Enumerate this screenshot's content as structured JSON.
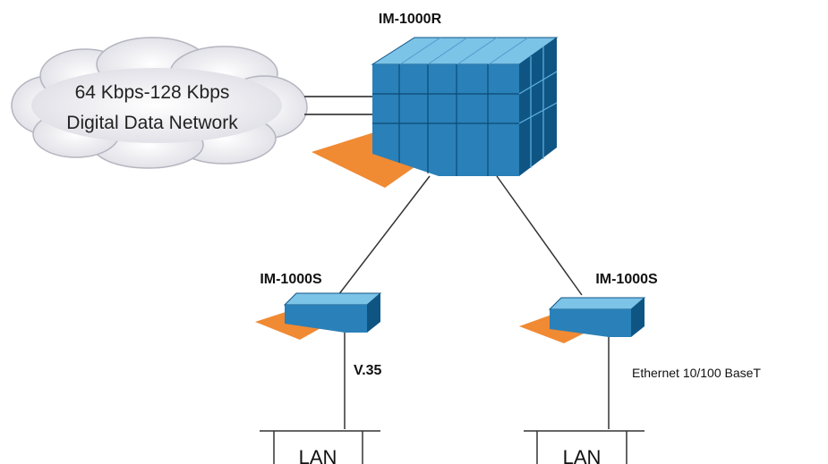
{
  "cloud": {
    "line1": "64 Kbps-128 Kbps",
    "line2": "Digital Data Network"
  },
  "router": {
    "label": "IM-1000R",
    "icon": "rack-server-icon"
  },
  "remote_left": {
    "label": "IM-1000S",
    "interface_label": "V.35",
    "lan_label": "LAN",
    "icon": "network-switch-icon"
  },
  "remote_right": {
    "label": "IM-1000S",
    "interface_label": "Ethernet 10/100 BaseT",
    "lan_label": "LAN",
    "icon": "network-switch-icon"
  },
  "colors": {
    "device_top": "#7cc3e8",
    "device_front": "#1a72aa",
    "device_side": "#0f5584",
    "platform": "#f08a33",
    "cloud_fill": "#e8e8ee",
    "cloud_stroke": "#b8b8c2"
  }
}
